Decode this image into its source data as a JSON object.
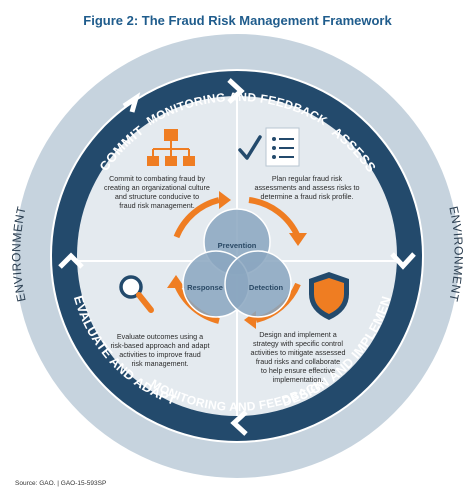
{
  "figure": {
    "title": "Figure 2: The Fraud Risk Management Framework",
    "source": "Source: GAO.  |  GAO-15-593SP"
  },
  "outer_ring": {
    "left_label": "ENVIRONMENT",
    "right_label": "ENVIRONMENT"
  },
  "cycle_ring": {
    "top_label": "MONITORING AND FEEDBACK",
    "bottom_label": "MONITORING AND FEEDBACK"
  },
  "components": [
    {
      "key": "commit",
      "heading": "COMMIT",
      "icon": "org-chart-icon",
      "lines": [
        "Commit to combating fraud by",
        "creating an organizational culture",
        "and structure conducive to",
        "fraud risk management."
      ]
    },
    {
      "key": "assess",
      "heading": "ASSESS",
      "icon": "checklist-icon",
      "lines": [
        "Plan regular fraud risk",
        "assessments and assess risks to",
        "determine a fraud risk profile."
      ]
    },
    {
      "key": "design-implement",
      "heading": "DESIGN AND IMPLEMENT",
      "icon": "shield-icon",
      "lines": [
        "Design and implement a",
        "strategy with specific control",
        "activities to mitigate assessed",
        "fraud risks and collaborate",
        "to help ensure effective",
        "implementation."
      ]
    },
    {
      "key": "evaluate-adapt",
      "heading": "EVALUATE AND ADAPT",
      "icon": "magnifier-icon",
      "lines": [
        "Evaluate outcomes using a",
        "risk-based approach and adapt",
        "activities to improve fraud",
        "risk management."
      ]
    }
  ],
  "venn": {
    "circles": [
      "Prevention",
      "Response",
      "Detection"
    ]
  },
  "colors": {
    "title": "#1f5c8c",
    "outer_ring": "#c6d3de",
    "outer_ring_text": "#2b3e50",
    "cycle_ring": "#234a6c",
    "inner_disc": "#e4eaef",
    "quadrant_line": "#ffffff",
    "orange": "#ef7d22",
    "venn_circle": "#8aa6bf",
    "venn_text": "#2b4a66",
    "body_text": "#2b2b2b"
  }
}
